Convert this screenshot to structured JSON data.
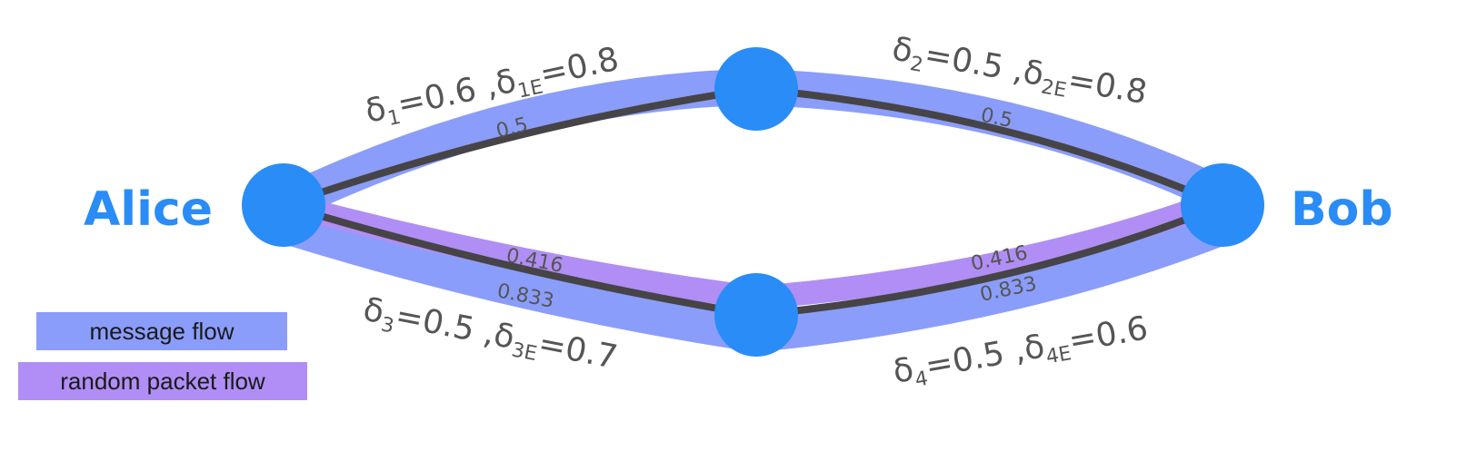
{
  "nodes": {
    "alice": "Alice",
    "bob": "Bob"
  },
  "edges": [
    {
      "name": "alice-top",
      "delta_main": "δ",
      "delta_sub": "1",
      "delta_val": "=0.6 ,",
      "delta_e": "δ",
      "delta_e_sub": "1E",
      "delta_e_val": "=0.8",
      "flow_values": [
        "0.5"
      ]
    },
    {
      "name": "top-bob",
      "delta_main": "δ",
      "delta_sub": "2",
      "delta_val": "=0.5 ,",
      "delta_e": "δ",
      "delta_e_sub": "2E",
      "delta_e_val": "=0.8",
      "flow_values": [
        "0.5"
      ]
    },
    {
      "name": "alice-bottom",
      "delta_main": "δ",
      "delta_sub": "3",
      "delta_val": "=0.5 ,",
      "delta_e": "δ",
      "delta_e_sub": "3E",
      "delta_e_val": "=0.7",
      "flow_values": [
        "0.416",
        "0.833"
      ]
    },
    {
      "name": "bottom-bob",
      "delta_main": "δ",
      "delta_sub": "4",
      "delta_val": "=0.5 ,",
      "delta_e": "δ",
      "delta_e_sub": "4E",
      "delta_e_val": "=0.6",
      "flow_values": [
        "0.416",
        "0.833"
      ]
    }
  ],
  "legend": {
    "message_flow": "message flow",
    "random_packet_flow": "random packet flow"
  },
  "colors": {
    "node": "#2a8cf6",
    "message_flow": "#8b9dfa",
    "random_packet_flow": "#b08ef5",
    "wire": "#464446",
    "label_text": "#555555"
  }
}
